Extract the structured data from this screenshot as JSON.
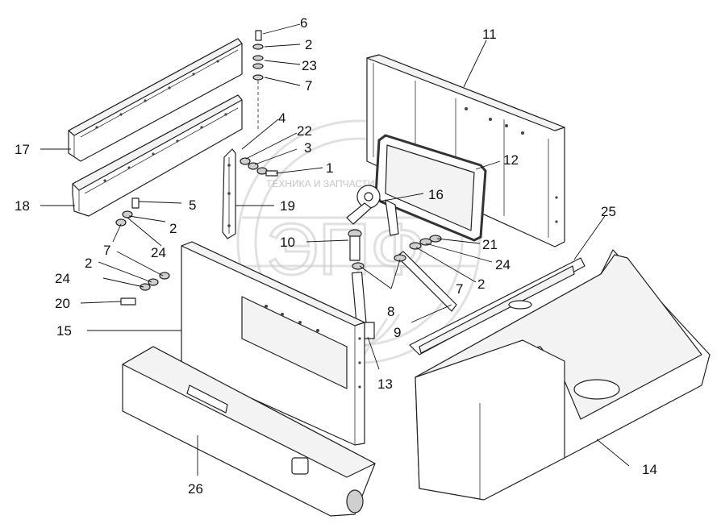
{
  "watermark": {
    "text": "ТЕХНИКА И ЗАПЧАСТИ",
    "logo_letters": "ЭПФ"
  },
  "callouts": [
    {
      "id": "c6",
      "label": "6"
    },
    {
      "id": "c2a",
      "label": "2"
    },
    {
      "id": "c23",
      "label": "23"
    },
    {
      "id": "c7a",
      "label": "7"
    },
    {
      "id": "c11",
      "label": "11"
    },
    {
      "id": "c4",
      "label": "4"
    },
    {
      "id": "c22",
      "label": "22"
    },
    {
      "id": "c3",
      "label": "3"
    },
    {
      "id": "c1",
      "label": "1"
    },
    {
      "id": "c12",
      "label": "12"
    },
    {
      "id": "c17",
      "label": "17"
    },
    {
      "id": "c18",
      "label": "18"
    },
    {
      "id": "c5",
      "label": "5"
    },
    {
      "id": "c19",
      "label": "19"
    },
    {
      "id": "c16",
      "label": "16"
    },
    {
      "id": "c2b",
      "label": "2"
    },
    {
      "id": "c25",
      "label": "25"
    },
    {
      "id": "c10",
      "label": "10"
    },
    {
      "id": "c7b",
      "label": "7"
    },
    {
      "id": "c24a",
      "label": "24"
    },
    {
      "id": "c21",
      "label": "21"
    },
    {
      "id": "c24b",
      "label": "24"
    },
    {
      "id": "c2c",
      "label": "2"
    },
    {
      "id": "c24c",
      "label": "24"
    },
    {
      "id": "c2d",
      "label": "2"
    },
    {
      "id": "c7c",
      "label": "7"
    },
    {
      "id": "c20",
      "label": "20"
    },
    {
      "id": "c8",
      "label": "8"
    },
    {
      "id": "c15",
      "label": "15"
    },
    {
      "id": "c9",
      "label": "9"
    },
    {
      "id": "c13",
      "label": "13"
    },
    {
      "id": "c14",
      "label": "14"
    },
    {
      "id": "c26",
      "label": "26"
    }
  ]
}
